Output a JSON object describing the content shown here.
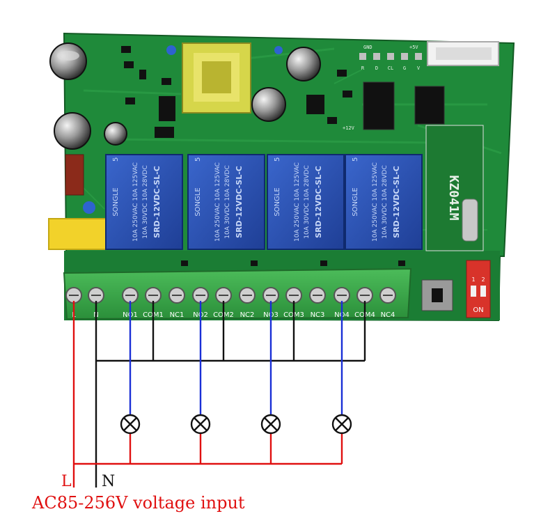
{
  "board": {
    "model_text": "KZ041M",
    "dip_on_label": "ON",
    "dip_numbers": [
      "1",
      "2"
    ],
    "pin_header": [
      "R",
      "D",
      "CL",
      "G",
      "V"
    ],
    "gnd_label": "GND",
    "plus5v_label": "+5V",
    "plus12v_label": "+12V",
    "terminal_labels": [
      "L",
      "N",
      "NO1",
      "COM1",
      "NC1",
      "NO2",
      "COM2",
      "NC2",
      "NO3",
      "COM3",
      "NC3",
      "NO4",
      "COM4",
      "NC4"
    ]
  },
  "relays": [
    {
      "brand": "SONGLE",
      "rating1": "10A 250VAC 10A 125VAC",
      "rating2": "10A 30VDC 10A 28VDC",
      "part": "SRD-12VDC-SL-C",
      "pin": "5"
    },
    {
      "brand": "SONGLE",
      "rating1": "10A 250VAC 10A 125VAC",
      "rating2": "10A 30VDC 10A 28VDC",
      "part": "SRD-12VDC-SL-C",
      "pin": "5"
    },
    {
      "brand": "SONGLE",
      "rating1": "10A 250VAC 10A 125VAC",
      "rating2": "10A 30VDC 10A 28VDC",
      "part": "SRD-12VDC-SL-C",
      "pin": "5"
    },
    {
      "brand": "SONGLE",
      "rating1": "10A 250VAC 10A 125VAC",
      "rating2": "10A 30VDC 10A 28VDC",
      "part": "SRD-12VDC-SL-C",
      "pin": "5"
    }
  ],
  "wiring": {
    "live_label": "L",
    "neutral_label": "N",
    "input_text": "AC85-256V voltage input",
    "lamp_count": 4
  },
  "colors": {
    "pcb": "#1f8a3a",
    "pcb_dark": "#176e2d",
    "relay_blue": "#2c55b8",
    "terminal_green": "#3aa84a",
    "live_wire": "#e01010",
    "neutral_wire": "#111111",
    "lamp_wire": "#1a2fd6"
  }
}
